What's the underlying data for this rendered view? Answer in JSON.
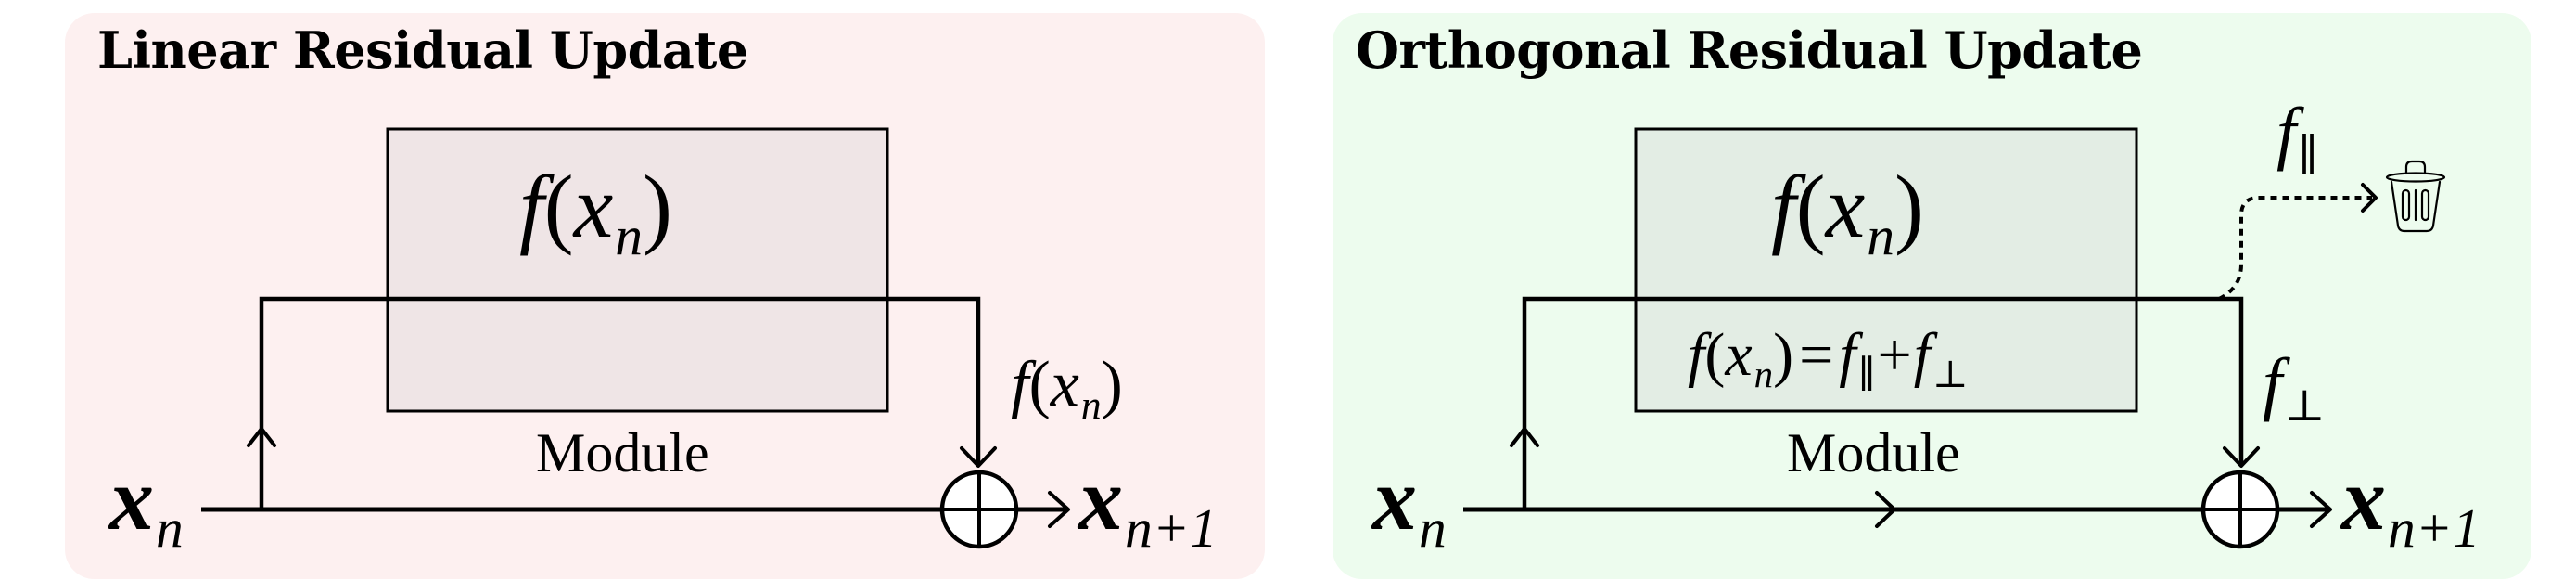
{
  "colors": {
    "left_panel_bg": "#fdf0f0",
    "right_panel_bg": "#edfcee",
    "left_module_fill": "#efe5e6",
    "right_module_fill": "#e3ede4",
    "stroke": "#000000"
  },
  "left": {
    "title": "Linear Residual Update",
    "module_expr": {
      "f": "f",
      "open": "(",
      "x": "x",
      "sub": "n",
      "close": ")"
    },
    "module_label": "Module",
    "branch_label": {
      "f": "f",
      "open": "(",
      "x": "x",
      "sub": "n",
      "close": ")"
    },
    "input": {
      "x": "x",
      "sub": "n"
    },
    "output": {
      "x": "x",
      "sub": "n+1"
    },
    "sum_node": "⊕"
  },
  "right": {
    "title": "Orthogonal Residual Update",
    "module_expr": {
      "f": "f",
      "open": "(",
      "x": "x",
      "sub": "n",
      "close": ")"
    },
    "decomposition": {
      "lhs_f": "f",
      "open": "(",
      "x": "x",
      "sub": "n",
      "close": ")",
      "eq": "=",
      "f1": "f",
      "sub1": "∥",
      "plus": "+",
      "f2": "f",
      "sub2": "⊥"
    },
    "module_label": "Module",
    "parallel_label": {
      "f": "f",
      "sub": "∥"
    },
    "perp_label": {
      "f": "f",
      "sub": "⊥"
    },
    "discard_icon": "trash-can",
    "input": {
      "x": "x",
      "sub": "n"
    },
    "output": {
      "x": "x",
      "sub": "n+1"
    },
    "sum_node": "⊕"
  }
}
